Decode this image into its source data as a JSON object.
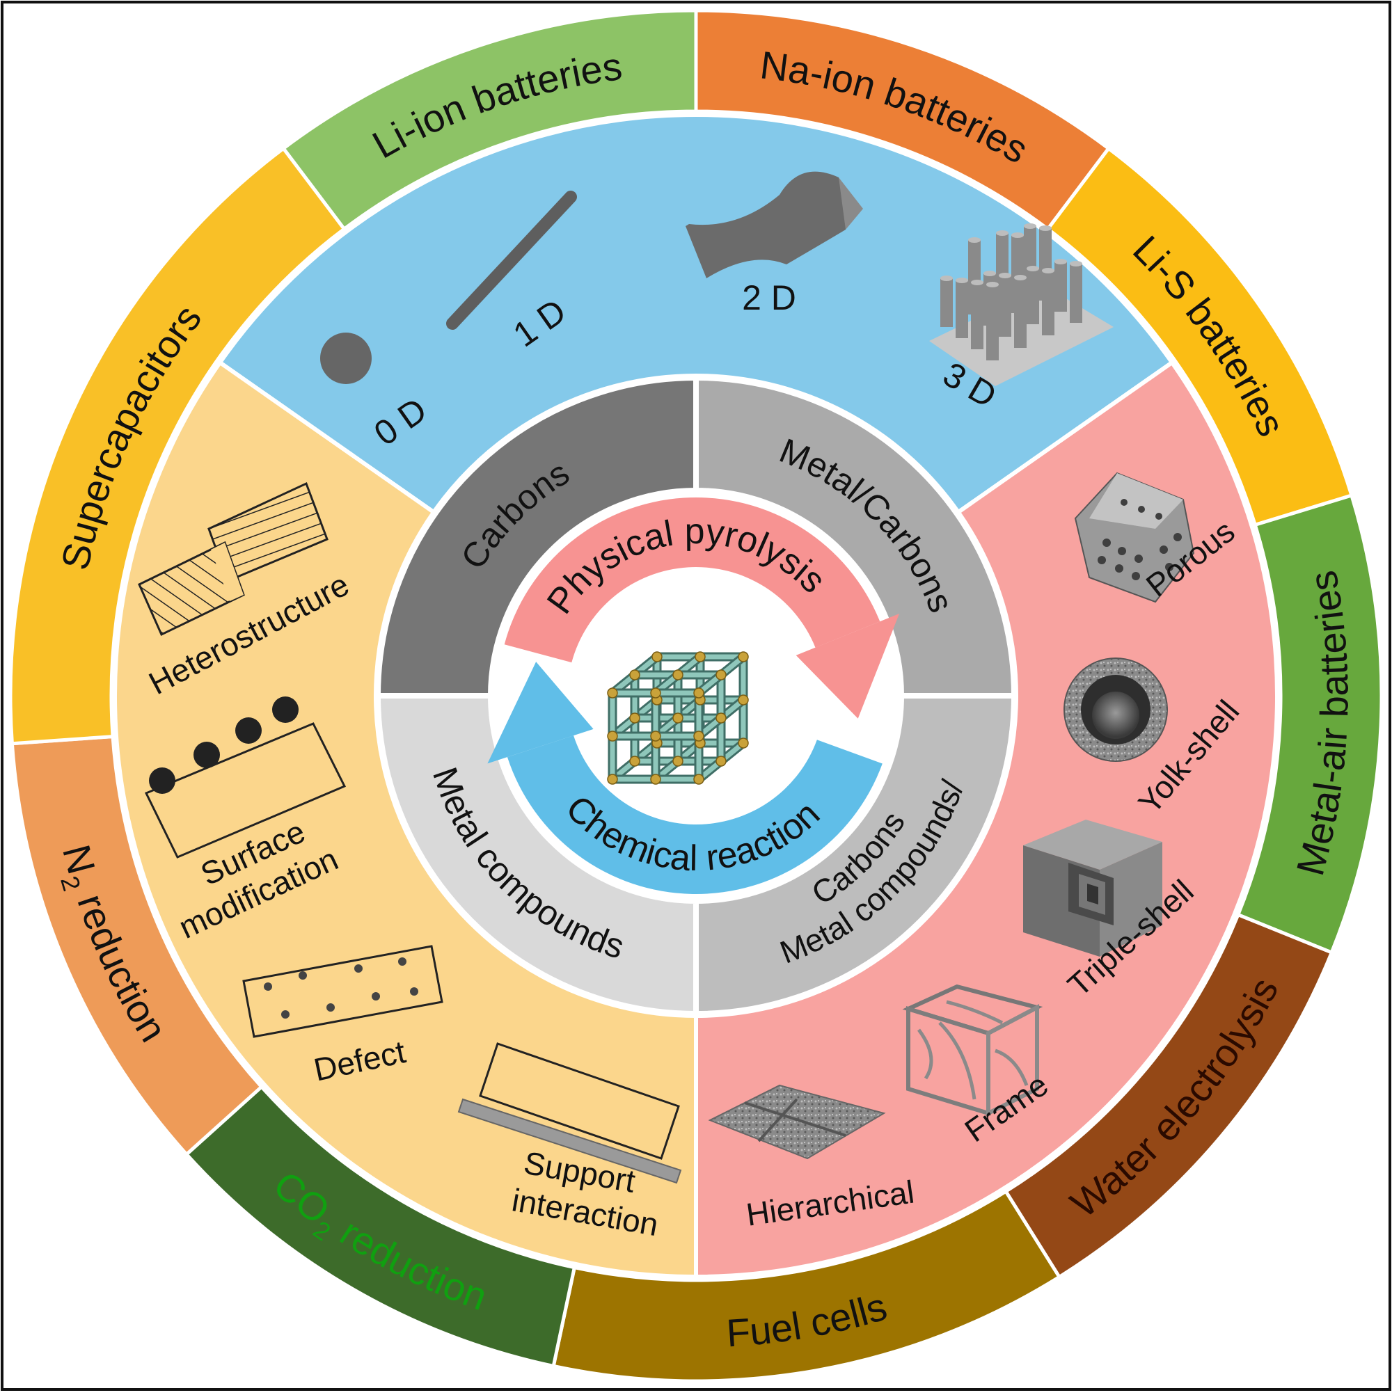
{
  "outer_ring": {
    "items": [
      {
        "label": "Li-ion batteries",
        "color": "#8DC366",
        "text_color": "#111111"
      },
      {
        "label": "Na-ion batteries",
        "color": "#EC7F36",
        "text_color": "#111111"
      },
      {
        "label": "Li-S batteries",
        "color": "#FBBD14",
        "text_color": "#111111"
      },
      {
        "label": "Metal-air batteries",
        "color": "#67A83D",
        "text_color": "#111111"
      },
      {
        "label": "Water electrolysis",
        "color": "#944816",
        "text_color": "#2a0a00"
      },
      {
        "label": "Fuel cells",
        "color": "#9D7400",
        "text_color": "#111111"
      },
      {
        "label": "reduction",
        "color": "#3D6B2A",
        "text_color": "#10a010",
        "formula": {
          "base": "CO",
          "sub": "2"
        }
      },
      {
        "label": "reduction",
        "color": "#EE9B58",
        "text_color": "#111111",
        "formula": {
          "base": "N",
          "sub": "2"
        }
      },
      {
        "label": "Supercapacitors",
        "color": "#F9C027",
        "text_color": "#111111"
      }
    ]
  },
  "middle_ring": {
    "dimensions": {
      "color": "#84C9EA",
      "items": [
        {
          "label": "0 D",
          "icon": "sphere-icon"
        },
        {
          "label": "1 D",
          "icon": "rod-icon"
        },
        {
          "label": "2 D",
          "icon": "sheet-icon"
        },
        {
          "label": "3 D",
          "icon": "pillar-array-icon"
        }
      ]
    },
    "structures": {
      "color": "#F8A3A0",
      "items": [
        {
          "label": "Porous",
          "icon": "porous-polyhedron-icon"
        },
        {
          "label": "Yolk-shell",
          "icon": "yolk-shell-icon"
        },
        {
          "label": "Triple-shell",
          "icon": "triple-shell-cube-icon"
        },
        {
          "label": "Frame",
          "icon": "frame-cube-icon"
        },
        {
          "label": "Hierarchical",
          "icon": "hierarchical-sheet-icon"
        }
      ]
    },
    "engineering": {
      "color": "#FBD68C",
      "items": [
        {
          "label": "Heterostructure",
          "icon": "heterostructure-icon"
        },
        {
          "label": "Surface",
          "label2": "modification",
          "icon": "surface-particles-icon"
        },
        {
          "label": "Defect",
          "icon": "defect-icon"
        },
        {
          "label": "Support",
          "label2": "interaction",
          "icon": "support-interaction-icon"
        }
      ]
    }
  },
  "inner_ring": {
    "quadrants": [
      {
        "label": "Carbons",
        "color": "#767676",
        "text_color": "#111111"
      },
      {
        "label": "Metal/Carbons",
        "color": "#AAAAAA",
        "text_color": "#111111"
      },
      {
        "label": "Metal compounds/",
        "label2": "Carbons",
        "color": "#BDBDBD",
        "text_color": "#111111"
      },
      {
        "label": "Metal compounds",
        "color": "#D9D9D9",
        "text_color": "#111111"
      }
    ]
  },
  "core": {
    "top_label": "Physical pyrolysis",
    "bottom_label": "Chemical reaction",
    "top_color": "#F79392",
    "bottom_color": "#60BEE8",
    "icon": "mof-framework-icon"
  }
}
